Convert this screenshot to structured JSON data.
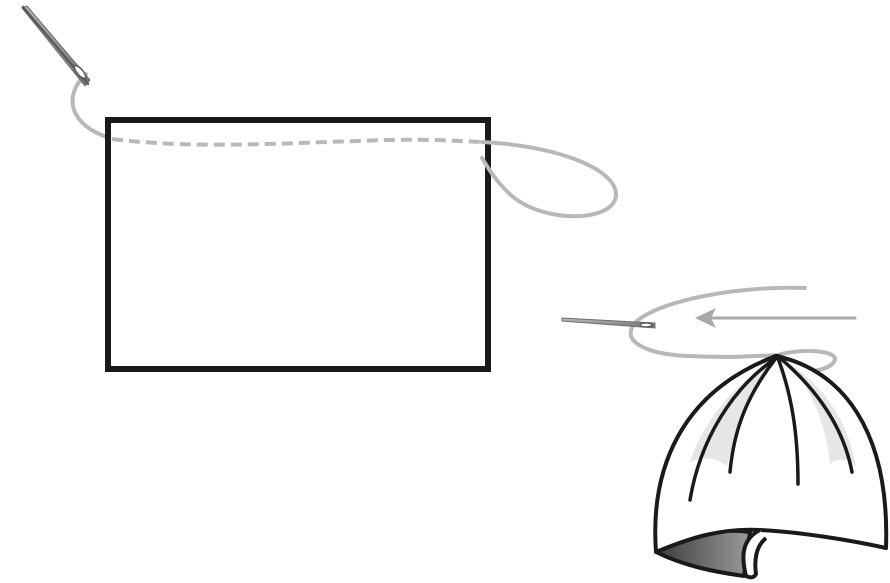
{
  "figure": {
    "background": "#ffffff",
    "colors": {
      "outline": "#1a1a1a",
      "thread": "#b8b8b8",
      "needle": "#8a8a8a",
      "needle_eye": "#555555",
      "cap_panel_shade": "#e6e6e6",
      "cap_lining": "#555555"
    },
    "panels": [
      {
        "name": "fabric-rectangle-running-stitch",
        "shows": [
          "needle-icon",
          "running-stitch",
          "thread-loop"
        ]
      },
      {
        "name": "gathered-cap",
        "shows": [
          "needle-icon",
          "direction-arrow-icon",
          "thread-loop",
          "cap-icon"
        ]
      }
    ]
  }
}
